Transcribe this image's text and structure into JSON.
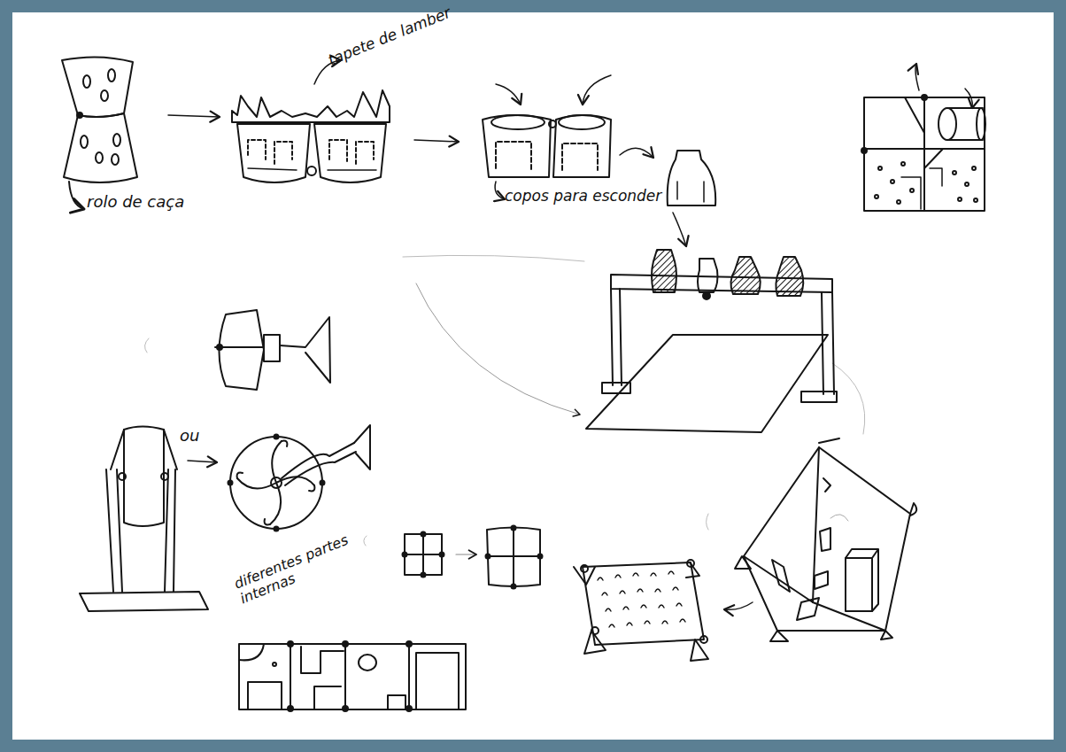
{
  "diagram": {
    "labels": [
      "tapete de lamber",
      "rolo de caça",
      "copos para esconder",
      "ou",
      "diferentes partes internas"
    ]
  }
}
